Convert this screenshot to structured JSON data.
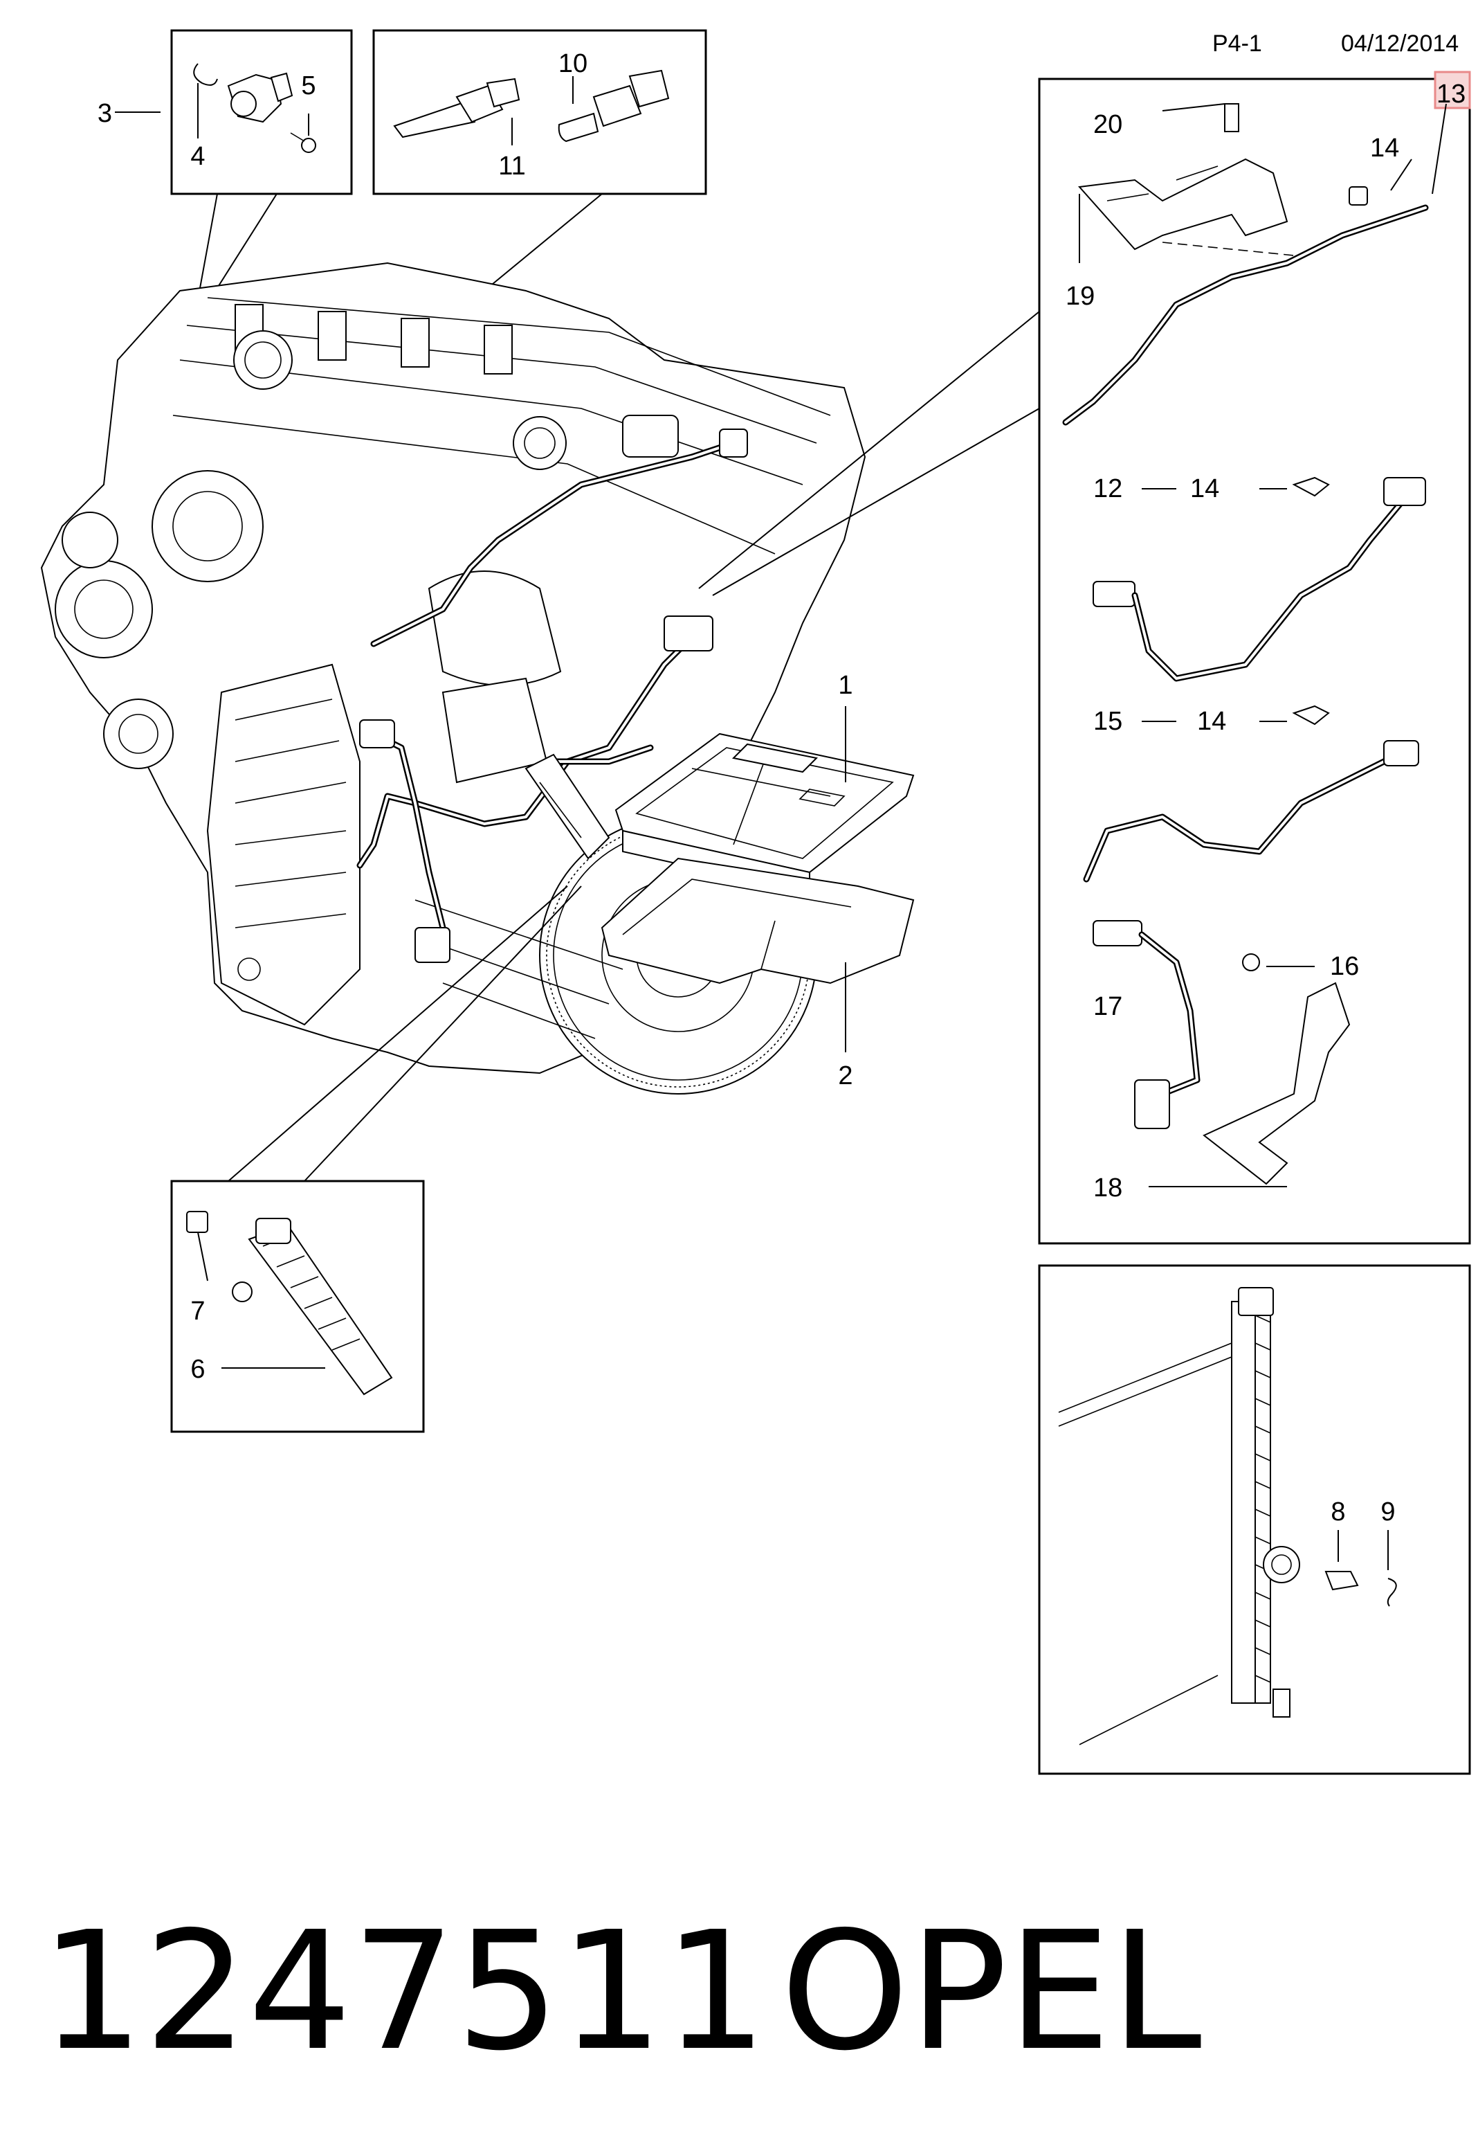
{
  "header": {
    "page_ref": "P4-1",
    "date": "04/12/2014"
  },
  "footer": {
    "part_number": "1247511",
    "brand": "OPEL"
  },
  "callouts": {
    "c1": "1",
    "c2": "2",
    "c3": "3",
    "c4": "4",
    "c5": "5",
    "c6": "6",
    "c7": "7",
    "c8": "8",
    "c9": "9",
    "c10": "10",
    "c11": "11",
    "c12": "12",
    "c13": "13",
    "c14a": "14",
    "c14b": "14",
    "c14c": "14",
    "c15": "15",
    "c16": "16",
    "c17": "17",
    "c18": "18",
    "c19": "19",
    "c20": "20"
  },
  "highlight": {
    "callout": "13",
    "color": "#e88a8a"
  }
}
